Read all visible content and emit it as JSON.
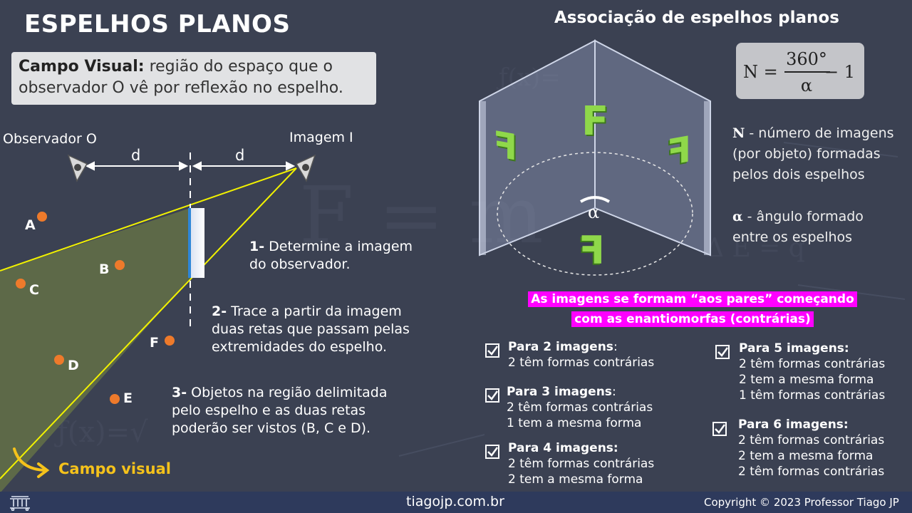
{
  "title": "ESPELHOS PLANOS",
  "definition": {
    "term": "Campo Visual:",
    "text": "região do espaço que o observador O vê por reflexão no espelho."
  },
  "diagram": {
    "observer_label": "Observador O",
    "image_label": "Imagem I",
    "distance_label": "d",
    "points": [
      {
        "label": "A"
      },
      {
        "label": "B"
      },
      {
        "label": "C"
      },
      {
        "label": "D"
      },
      {
        "label": "E"
      },
      {
        "label": "F"
      }
    ],
    "campo_visual_label": "Campo visual",
    "icons": [
      "eye-icon",
      "curved-arrow-icon"
    ]
  },
  "steps": [
    {
      "num": "1-",
      "lines": [
        "Determine a imagem",
        "do observador."
      ]
    },
    {
      "num": "2-",
      "lines": [
        "Trace a partir da imagem",
        "duas retas que passam pelas",
        "extremidades do espelho."
      ]
    },
    {
      "num": "3-",
      "lines": [
        "Objetos na região delimitada",
        "pelo espelho e as duas retas",
        "poderão ser vistos (B, C e D)."
      ]
    }
  ],
  "association": {
    "title": "Associação de espelhos planos",
    "formula": {
      "lhs": "N =",
      "numerator": "360°",
      "denominator": "α",
      "rhs": "− 1"
    },
    "angle_label": "α",
    "letter": "F",
    "legend": [
      {
        "symbol": "N",
        "lines": [
          " - número de imagens",
          "(por objeto) formadas",
          "pelos dois espelhos"
        ]
      },
      {
        "symbol": "α",
        "lines": [
          " - ângulo formado",
          "entre os espelhos"
        ]
      }
    ],
    "highlight": [
      "As imagens se formam “aos pares” começando",
      "com as enantiomorfas (contrárias)"
    ],
    "cases": [
      {
        "head": "Para 2 imagens",
        "suffix": ":",
        "lines": [
          "2 têm formas contrárias"
        ]
      },
      {
        "head": "Para 3 imagens",
        "suffix": ":",
        "lines": [
          "2 têm formas contrárias",
          "1 tem a mesma forma"
        ]
      },
      {
        "head": "Para 4 imagens:",
        "suffix": "",
        "lines": [
          "2 têm formas contrárias",
          "2 tem a mesma forma"
        ]
      },
      {
        "head": "Para 5 imagens:",
        "suffix": "",
        "lines": [
          "2 têm formas contrárias",
          "2 tem a mesma forma",
          "1 têm formas contrárias"
        ]
      },
      {
        "head": "Para 6 imagens:",
        "suffix": "",
        "lines": [
          "2 têm formas contrárias",
          "2 tem a mesma forma",
          "2 têm formas contrárias"
        ]
      }
    ],
    "check_icon": "checkbox-checked-icon"
  },
  "footer": {
    "site": "tiagojp.com.br",
    "copyright": "Copyright © 2023 Professor Tiago JP",
    "logo_icon": "temple-icon"
  },
  "colors": {
    "background": "#3b4152",
    "dot": "#ee7a2b",
    "field": "#7a8a40",
    "ray": "#f2f200",
    "campo_label": "#f5c21b",
    "highlight": "#ff00ff",
    "footer": "#2e3a5c",
    "letter_f": "#8fd84a"
  }
}
